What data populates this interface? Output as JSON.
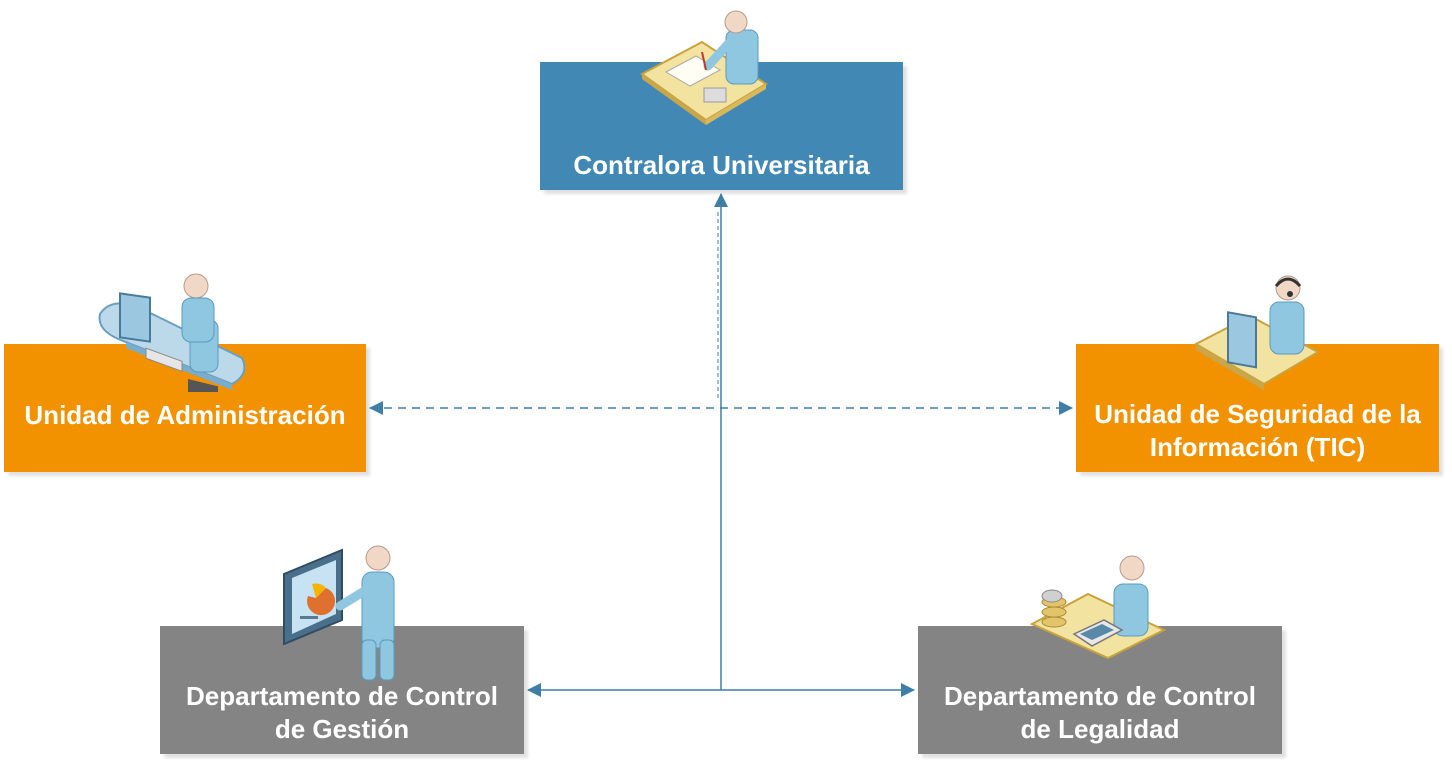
{
  "colors": {
    "blue": "#4189b4",
    "orange": "#f39200",
    "gray": "#848484",
    "connector": "#3f7ea8"
  },
  "nodes": {
    "contralora": {
      "label": "Contralora Universitaria",
      "icon": "person-writing-at-desk-icon"
    },
    "admin": {
      "label": "Unidad de Administración",
      "icon": "person-at-computer-desk-icon"
    },
    "tic": {
      "label": "Unidad de Seguridad de la\nInformación (TIC)",
      "icon": "person-with-headset-at-computer-icon"
    },
    "gestion": {
      "label": "Departamento de Control\nde Gestión",
      "icon": "person-at-presentation-board-icon"
    },
    "legalidad": {
      "label": "Departamento de Control\nde Legalidad",
      "icon": "person-with-coins-and-calculator-icon"
    }
  },
  "connections": [
    {
      "from": "gestion",
      "to": "contralora",
      "style": "solid"
    },
    {
      "from": "legalidad",
      "to": "contralora",
      "style": "solid"
    },
    {
      "from": "admin",
      "to": "tic",
      "style": "dashed",
      "bidirectional": true
    },
    {
      "from": "contralora",
      "to": "gestion",
      "style": "solid"
    },
    {
      "from": "contralora",
      "to": "legalidad",
      "style": "solid"
    }
  ]
}
